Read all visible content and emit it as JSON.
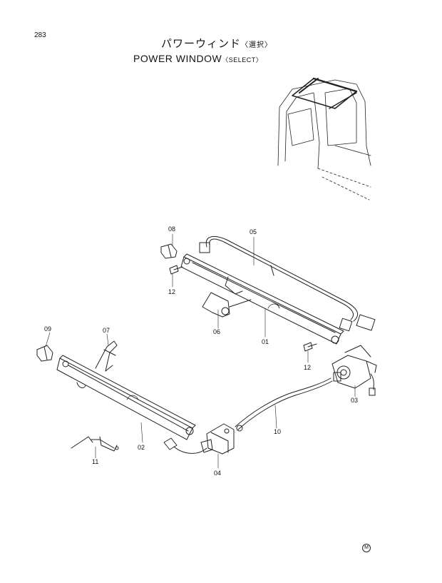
{
  "page_number": "283",
  "title": {
    "jp_main": "パワーウィンド",
    "jp_sub": "〈選択〉",
    "en_main": "POWER  WINDOW",
    "en_sub": "〈SELECT〉"
  },
  "callouts": {
    "p01": "01",
    "p02": "02",
    "p03": "03",
    "p04": "04",
    "p05": "05",
    "p06": "06",
    "p07": "07",
    "p08": "08",
    "p09": "09",
    "p10": "10",
    "p11": "11",
    "p12a": "12",
    "p12b": "12"
  },
  "corner_mark": "M"
}
